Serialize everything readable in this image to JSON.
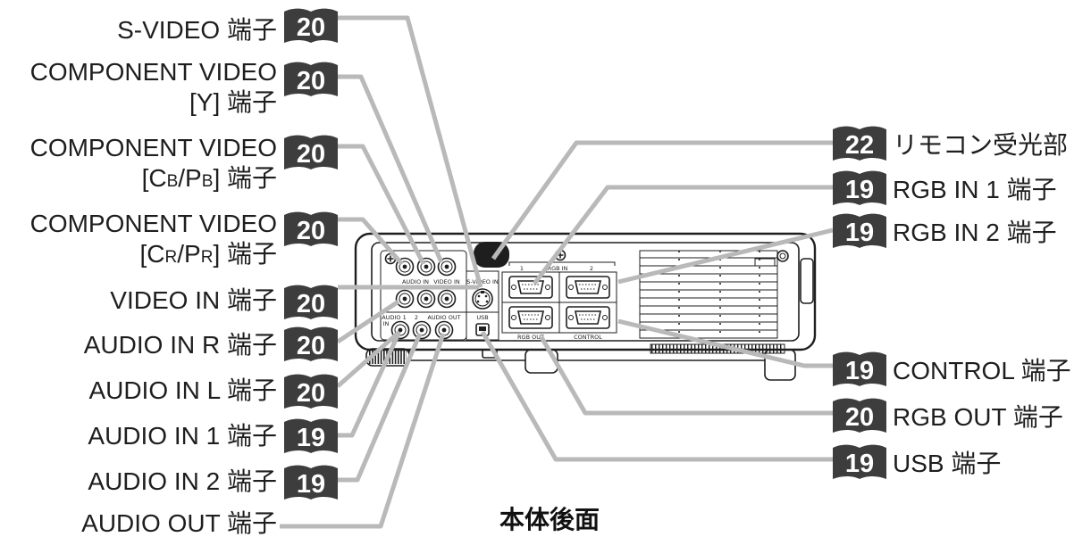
{
  "left_labels": [
    {
      "text": "S-VIDEO 端子",
      "page": "20"
    },
    {
      "line1": "COMPONENT VIDEO",
      "line2": "[Y] 端子",
      "page": "20"
    },
    {
      "line1": "COMPONENT VIDEO",
      "line2": {
        "pre": "[C",
        "sub1": "B",
        "mid": "/P",
        "sub2": "B",
        "post": "] 端子"
      },
      "page": "20"
    },
    {
      "line1": "COMPONENT VIDEO",
      "line2": {
        "pre": "[C",
        "sub1": "R",
        "mid": "/P",
        "sub2": "R",
        "post": "] 端子"
      },
      "page": "20"
    },
    {
      "text": "VIDEO IN 端子",
      "page": "20"
    },
    {
      "text": "AUDIO IN R 端子",
      "page": "20"
    },
    {
      "text": "AUDIO IN L 端子",
      "page": "20"
    },
    {
      "text": "AUDIO IN 1 端子",
      "page": "19"
    },
    {
      "text": "AUDIO IN 2 端子",
      "page": "19"
    },
    {
      "text": "AUDIO OUT 端子"
    }
  ],
  "right_labels": [
    {
      "text": "リモコン受光部",
      "page": "22"
    },
    {
      "text": "RGB IN 1 端子",
      "page": "19"
    },
    {
      "text": "RGB IN 2 端子",
      "page": "19"
    },
    {
      "text": "CONTROL 端子",
      "page": "19"
    },
    {
      "text": "RGB OUT 端子",
      "page": "20"
    },
    {
      "text": "USB 端子",
      "page": "19"
    }
  ],
  "caption": "本体後面",
  "panel_labels": {
    "audio_in": "AUDIO IN",
    "video_in": "VIDEO IN",
    "s_video_in": "S-VIDEO IN",
    "audio_1": "AUDIO 1",
    "audio_1_in": "IN",
    "audio_2": "2",
    "audio_out": "AUDIO OUT",
    "usb": "USB",
    "rgb_in_1": "1",
    "rgb_in": "RGB IN",
    "rgb_in_2": "2",
    "rgb_out": "RGB OUT",
    "control": "CONTROL"
  },
  "colors": {
    "badge": "#3d3d3d",
    "leader_line": "#b9b9b9",
    "ink": "#1e1e1e"
  }
}
